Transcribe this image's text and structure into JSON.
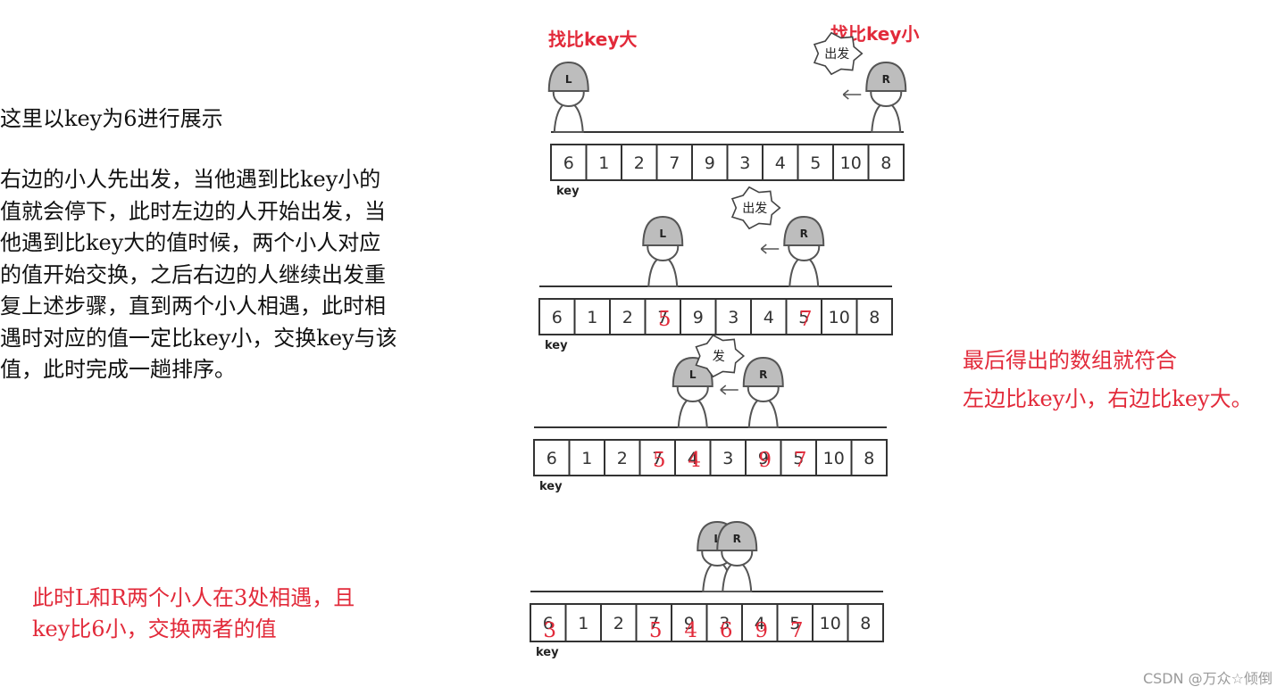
{
  "labels": {
    "find_bigger": "找比key大",
    "find_smaller": "找比key小"
  },
  "text": {
    "intro": "这里以key为6进行展示",
    "explain": "右边的小人先出发，当他遇到比key小的\n值就会停下，此时左边的人开始出发，当\n他遇到比key大的值时候，两个小人对应\n的值开始交换，之后右边的人继续出发重\n复上述步骤，直到两个小人相遇，此时相\n遇时对应的值一定比key小，交换key与该\n值，此时完成一趟排序。",
    "meet": "此时L和R两个小人在3处相遇，且\nkey比6小，交换两者的值",
    "result": "最后得出的数组就符合\n左边比key小，右边比key大。"
  },
  "bubble_text": "出发",
  "bubble_text_short": "发",
  "key_label": "key",
  "left_label": "L",
  "right_label": "R",
  "watermark": "CSDN @万众☆倾倒",
  "colors": {
    "annotation": "#e22a3a",
    "helmet": "#bdbdbd"
  },
  "rows": [
    {
      "cells": [
        "6",
        "1",
        "2",
        "7",
        "9",
        "3",
        "4",
        "5",
        "10",
        "8"
      ],
      "overlays": [],
      "L_index": 0,
      "R_index": 9,
      "bubble": "full"
    },
    {
      "cells": [
        "6",
        "1",
        "2",
        "7",
        "9",
        "3",
        "4",
        "5",
        "10",
        "8"
      ],
      "overlays": [
        {
          "index": 3,
          "value": "5"
        },
        {
          "index": 7,
          "value": "7"
        }
      ],
      "L_index": 3,
      "R_index": 7,
      "bubble": "full"
    },
    {
      "cells": [
        "6",
        "1",
        "2",
        "7",
        "4",
        "3",
        "9",
        "5",
        "10",
        "8"
      ],
      "overlays": [
        {
          "index": 3,
          "value": "5"
        },
        {
          "index": 4,
          "value": "4"
        },
        {
          "index": 6,
          "value": "9"
        },
        {
          "index": 7,
          "value": "7"
        }
      ],
      "L_index": 4,
      "R_index": 6,
      "bubble": "short"
    },
    {
      "cells": [
        "6",
        "1",
        "2",
        "7",
        "9",
        "3",
        "4",
        "5",
        "10",
        "8"
      ],
      "overlays": [
        {
          "index": 0,
          "value": "3"
        },
        {
          "index": 3,
          "value": "5"
        },
        {
          "index": 4,
          "value": "4"
        },
        {
          "index": 5,
          "value": "6"
        },
        {
          "index": 6,
          "value": "9"
        },
        {
          "index": 7,
          "value": "7"
        }
      ],
      "L_index": 5,
      "R_index": 5,
      "bubble": "none"
    }
  ]
}
